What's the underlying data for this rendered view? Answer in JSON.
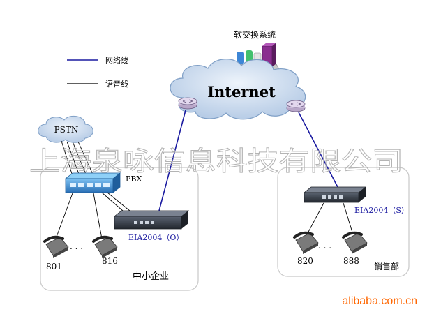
{
  "legend": {
    "network_line_label": "网络线",
    "voice_line_label": "语音线",
    "network_line_color": "#1a1aa0",
    "voice_line_color": "#000000"
  },
  "softswitch": {
    "label": "软交换系统"
  },
  "internet": {
    "label": "Internet"
  },
  "pstn": {
    "label": "PSTN"
  },
  "pbx": {
    "label": "PBX"
  },
  "watermark": {
    "text": "上海泉咏信息科技有限公司"
  },
  "left_site": {
    "device_label": "EIA2004（O）",
    "ext_first": "801",
    "ext_last": "816",
    "dots": ". . .",
    "site_label": "中小企业"
  },
  "right_site": {
    "device_label": "EIA2004（S）",
    "ext_first": "820",
    "ext_last": "888",
    "dots": ". . .",
    "site_label": "销售部"
  },
  "footer": {
    "source": "alibaba.com.cn",
    "source_color": "#ff6600"
  },
  "colors": {
    "cloud": "#c6d8ec",
    "cloud_stroke": "#7f9fc6",
    "pbx": "#3b8fd6",
    "device": "#2f3540"
  }
}
